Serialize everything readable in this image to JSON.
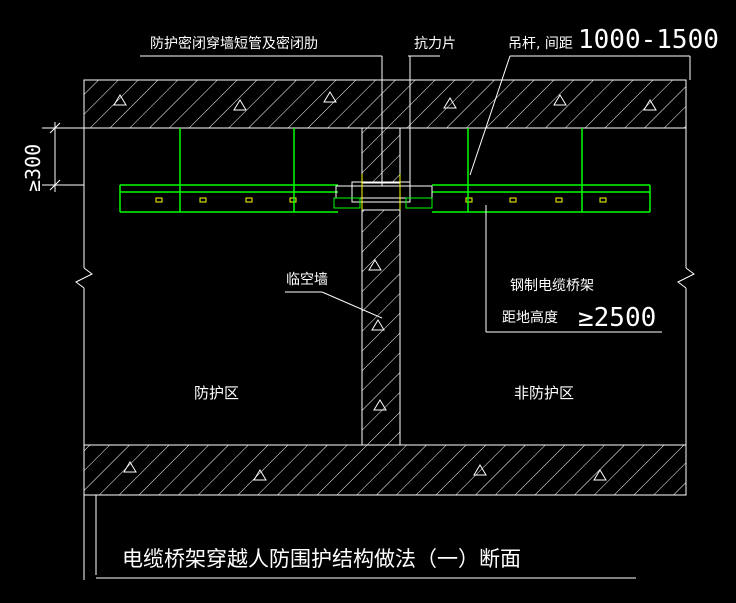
{
  "labels": {
    "sleeve": "防护密闭穿墙短管及密闭肋",
    "anti_force": "抗力片",
    "hanger": "吊杆, 间距",
    "hanger_spacing": "1000-1500",
    "wall": "临空墙",
    "tray_line1": "钢制电缆桥架",
    "tray_line2": "距地高度",
    "tray_height": "≥2500",
    "left_zone": "防护区",
    "right_zone": "非防护区",
    "dim_left": "≥300",
    "title": "电缆桥架穿越人防围护结构做法（一）断面"
  },
  "colors": {
    "background": "#000000",
    "lines": "#ffffff",
    "tray": "#00ff00",
    "hanger": "#00ff00",
    "marks": "#ffff00"
  }
}
